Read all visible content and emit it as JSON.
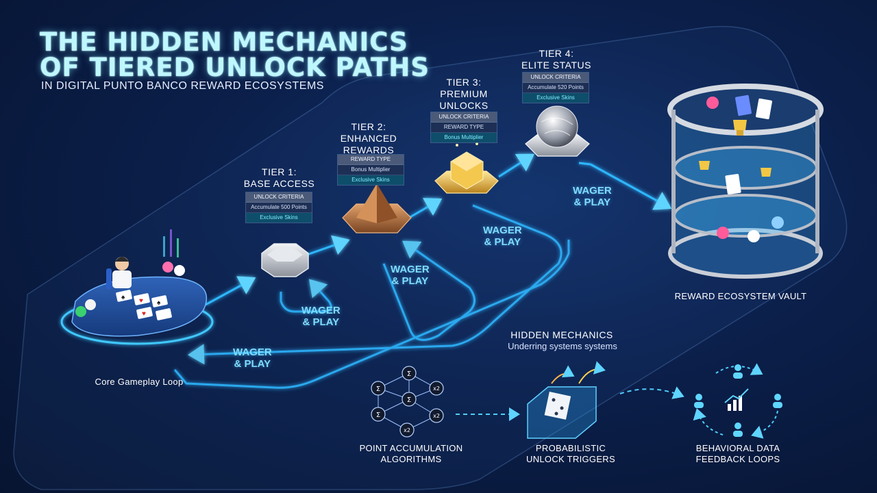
{
  "header": {
    "title_line1": "THE HIDDEN MECHANICS",
    "title_line2": "OF TIERED UNLOCK PATHS",
    "subtitle": "IN DIGITAL PUNTO BANCO REWARD ECOSYSTEMS"
  },
  "core": {
    "label": "Core Gameplay Loop"
  },
  "tiers": [
    {
      "line1": "TIER 1:",
      "line2": "BASE ACCESS",
      "line3": "",
      "card": [
        "UNLOCK CRITERIA",
        "Accumulate 500 Points",
        "Exclusive Skins"
      ]
    },
    {
      "line1": "TIER 2:",
      "line2": "ENHANCED",
      "line3": "REWARDS",
      "card": [
        "REWARD TYPE",
        "Bonus Multiplier",
        "Exclusive Skins"
      ]
    },
    {
      "line1": "TIER 3:",
      "line2": "PREMIUM",
      "line3": "UNLOCKS",
      "card": [
        "UNLOCK CRITERIA",
        "REWARD TYPE",
        "Bonus Multiplier"
      ]
    },
    {
      "line1": "TIER 4:",
      "line2": "ELITE STATUS",
      "line3": "",
      "card": [
        "UNLOCK CRITERIA",
        "Accumulate 520 Points",
        "Exclusive Skins"
      ]
    }
  ],
  "wager_play": {
    "line1": "WAGER",
    "line2": "& PLAY"
  },
  "vault": {
    "label": "REWARD ECOSYSTEM VAULT"
  },
  "hidden_mechanics": {
    "title": "HIDDEN MECHANICS",
    "subtitle": "Underring systems systems",
    "items": [
      {
        "line1": "POINT ACCUMULATION",
        "line2": "ALGORITHMS"
      },
      {
        "line1": "PROBABILISTIC",
        "line2": "UNLOCK TRIGGERS"
      },
      {
        "line1": "BEHAVIORAL DATA",
        "line2": "FEEDBACK LOOPS"
      }
    ],
    "node_symbols": [
      "Σ",
      "Σ",
      "Σ",
      "Σ",
      "x2",
      "x2",
      "x2"
    ]
  },
  "card_symbols": [
    "♠",
    "♥",
    "♠",
    "♥"
  ],
  "colors": {
    "background": "#0b1f4a",
    "path_glow": "#2fb7ff",
    "title": "#bff7ff",
    "tier1": "#c9ccd3",
    "tier2": "#b9733d",
    "tier3": "#e0b23a",
    "tier4": "#d8dbe3"
  }
}
